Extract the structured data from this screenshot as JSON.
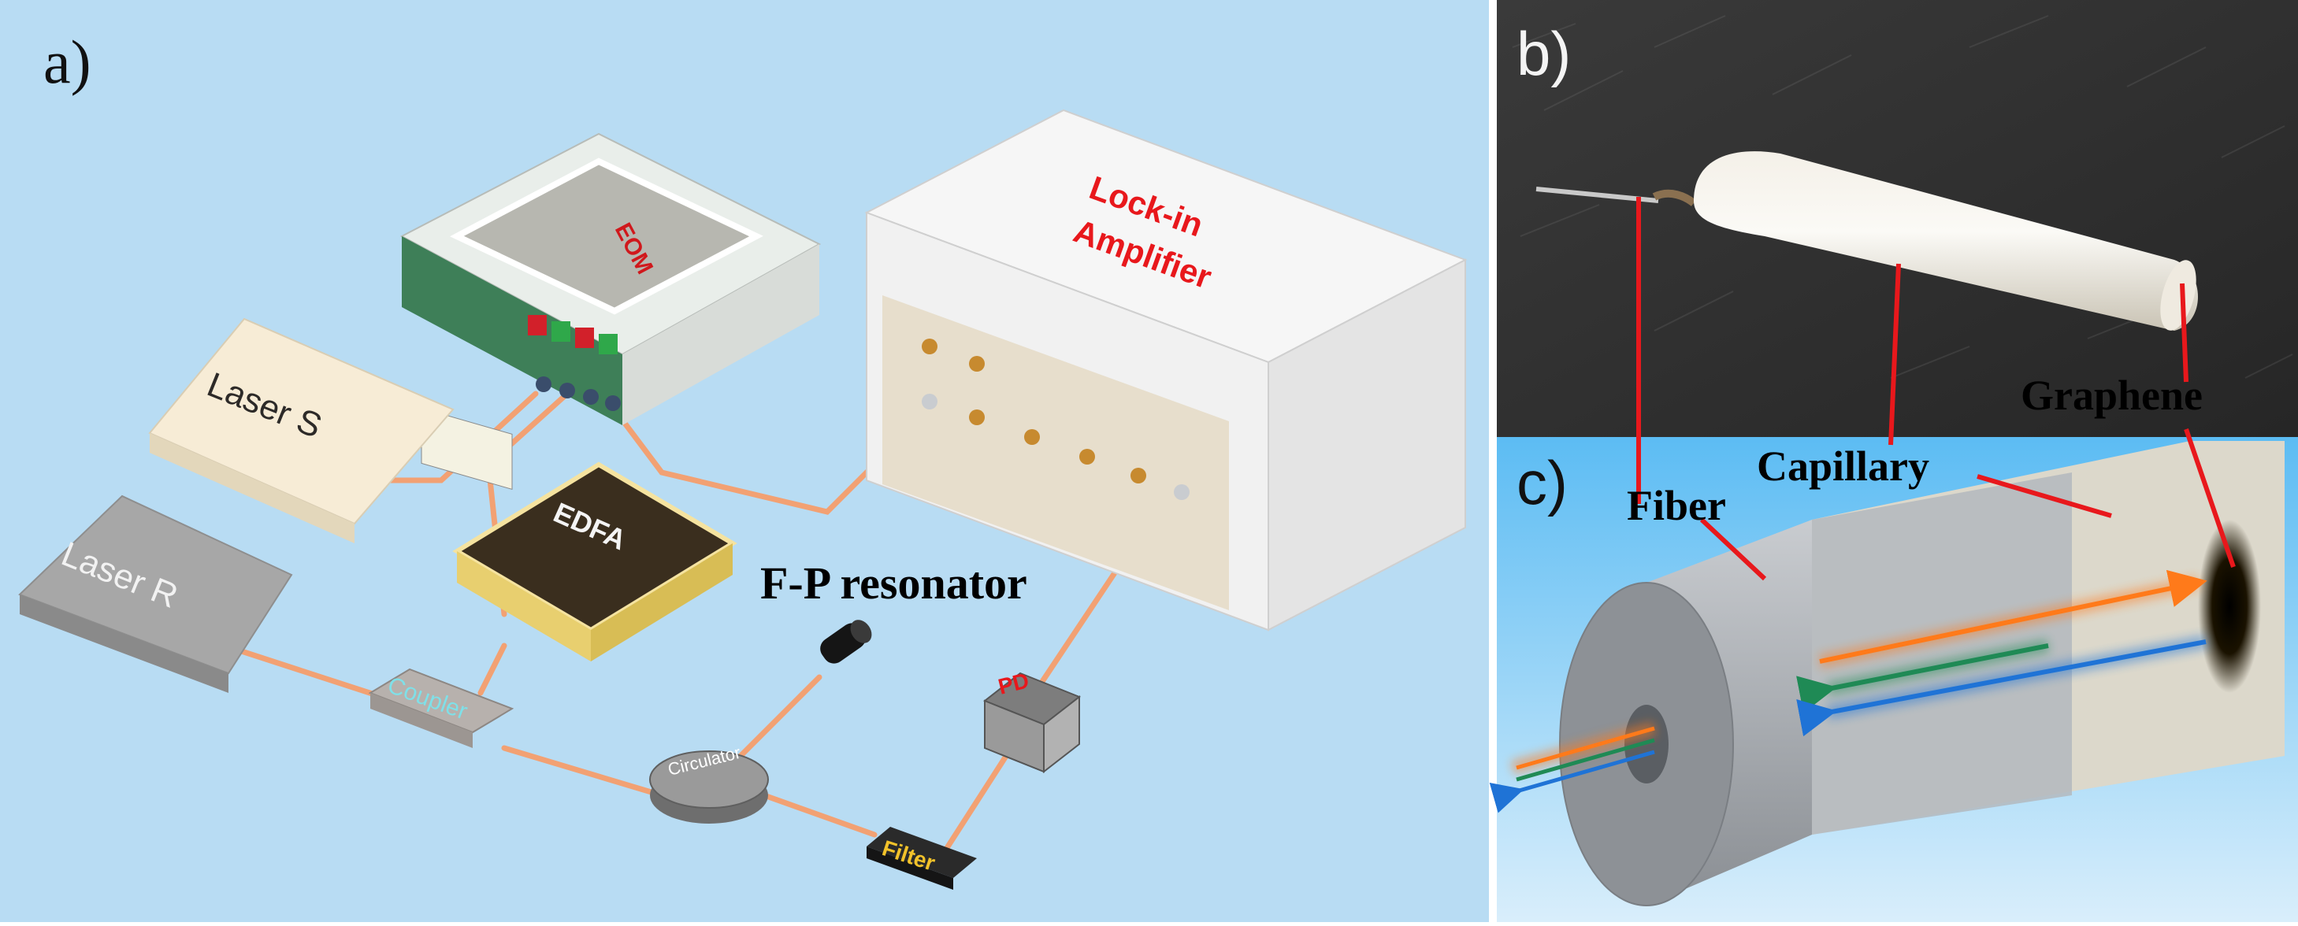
{
  "panels": {
    "a": {
      "label": "a)",
      "devices": {
        "eom": "EOM",
        "lockin_line1": "Lock-in",
        "lockin_line2": "Amplifier",
        "laser_s": "Laser S",
        "laser_r": "Laser R",
        "edfa": "EDFA",
        "coupler": "Coupler",
        "circulator": "Circulator",
        "filter": "Filter",
        "pd": "PD"
      },
      "resonator_label": "F-P resonator"
    },
    "b": {
      "label": "b)"
    },
    "c": {
      "label": "c)",
      "callouts": {
        "fiber": "Fiber",
        "capillary": "Capillary",
        "graphene": "Graphene"
      }
    }
  },
  "colors": {
    "background_a": "#b8dcf3",
    "background_c": "#66c0f4",
    "photo_bg": "#2e2e2e",
    "fiber_cable": "#f2a173",
    "callout_red": "#e8181c",
    "beam_orange": "#ff7a1a",
    "beam_green": "#1f8a55",
    "beam_blue": "#1f73d6"
  }
}
